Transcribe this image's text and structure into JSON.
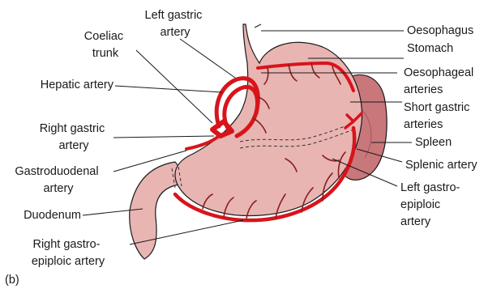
{
  "figure": {
    "panel_label": "(b)",
    "labels": {
      "left_gastric_artery": [
        "Left gastric",
        "artery"
      ],
      "coeliac_trunk": [
        "Coeliac",
        "trunk"
      ],
      "hepatic_artery": [
        "Hepatic artery"
      ],
      "right_gastric_artery": [
        "Right gastric",
        "artery"
      ],
      "gastroduodenal_artery": [
        "Gastroduodenal",
        "artery"
      ],
      "duodenum": [
        "Duodenum"
      ],
      "right_gastro_epiploic_artery": [
        "Right gastro-",
        "epiploic artery"
      ],
      "oesophagus": [
        "Oesophagus"
      ],
      "stomach": [
        "Stomach"
      ],
      "oesophageal_arteries": [
        "Oesophageal",
        "arteries"
      ],
      "short_gastric_arteries": [
        "Short gastric",
        "arteries"
      ],
      "spleen": [
        "Spleen"
      ],
      "splenic_artery": [
        "Splenic artery"
      ],
      "left_gastro_epiploic_artery": [
        "Left gastro-",
        "epiploic",
        "artery"
      ]
    },
    "colors": {
      "stomach_fill": "#e8b5b3",
      "stomach_outline": "#1a1a1a",
      "spleen_fill": "#c8777a",
      "artery": "#d8141b",
      "branch": "#8a1d1d"
    }
  }
}
